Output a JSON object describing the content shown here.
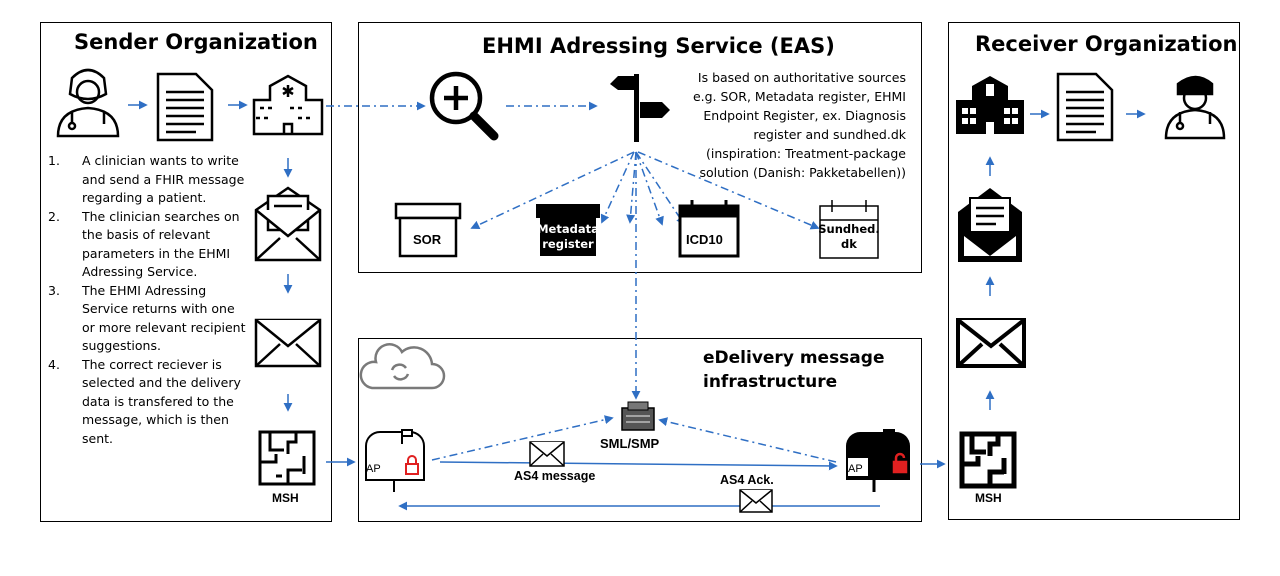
{
  "sender": {
    "title": "Sender Organization",
    "steps": [
      {
        "num": "1.",
        "text": "A clinician wants to write and send a FHIR message regarding a patient."
      },
      {
        "num": "2.",
        "text": "The clinician searches on the basis of relevant parameters in the EHMI Adressing Service."
      },
      {
        "num": "3.",
        "text": "The EHMI Adressing Service returns with one or more relevant recipient suggestions."
      },
      {
        "num": "4.",
        "text": "The correct reciever is selected and the delivery data is transfered to the message, which is then sent."
      }
    ],
    "msh_label": "MSH"
  },
  "eas": {
    "title": "EHMI Adressing Service (EAS)",
    "note": "Is based on authoritative sources e.g. SOR, Metadata register, EHMI Endpoint Register, ex. Diagnosis register and sundhed.dk (inspiration: Treatment-package solution (Danish: Pakketabellen))",
    "registers": {
      "sor": "SOR",
      "metadata": "Metadata register",
      "icd": "ICD10",
      "sundhed": "Sundhed. dk"
    }
  },
  "edelivery": {
    "title_line1": "eDelivery message",
    "title_line2": "infrastructure",
    "sml_label": "SML/SMP",
    "as4_message": "AS4 message",
    "as4_ack": "AS4 Ack.",
    "ap_left": "AP",
    "ap_right": "AP"
  },
  "receiver": {
    "title": "Receiver Organization",
    "msh_label": "MSH"
  },
  "colors": {
    "arrow": "#2f6fc4",
    "lock": "#e02020",
    "border": "#000000"
  }
}
